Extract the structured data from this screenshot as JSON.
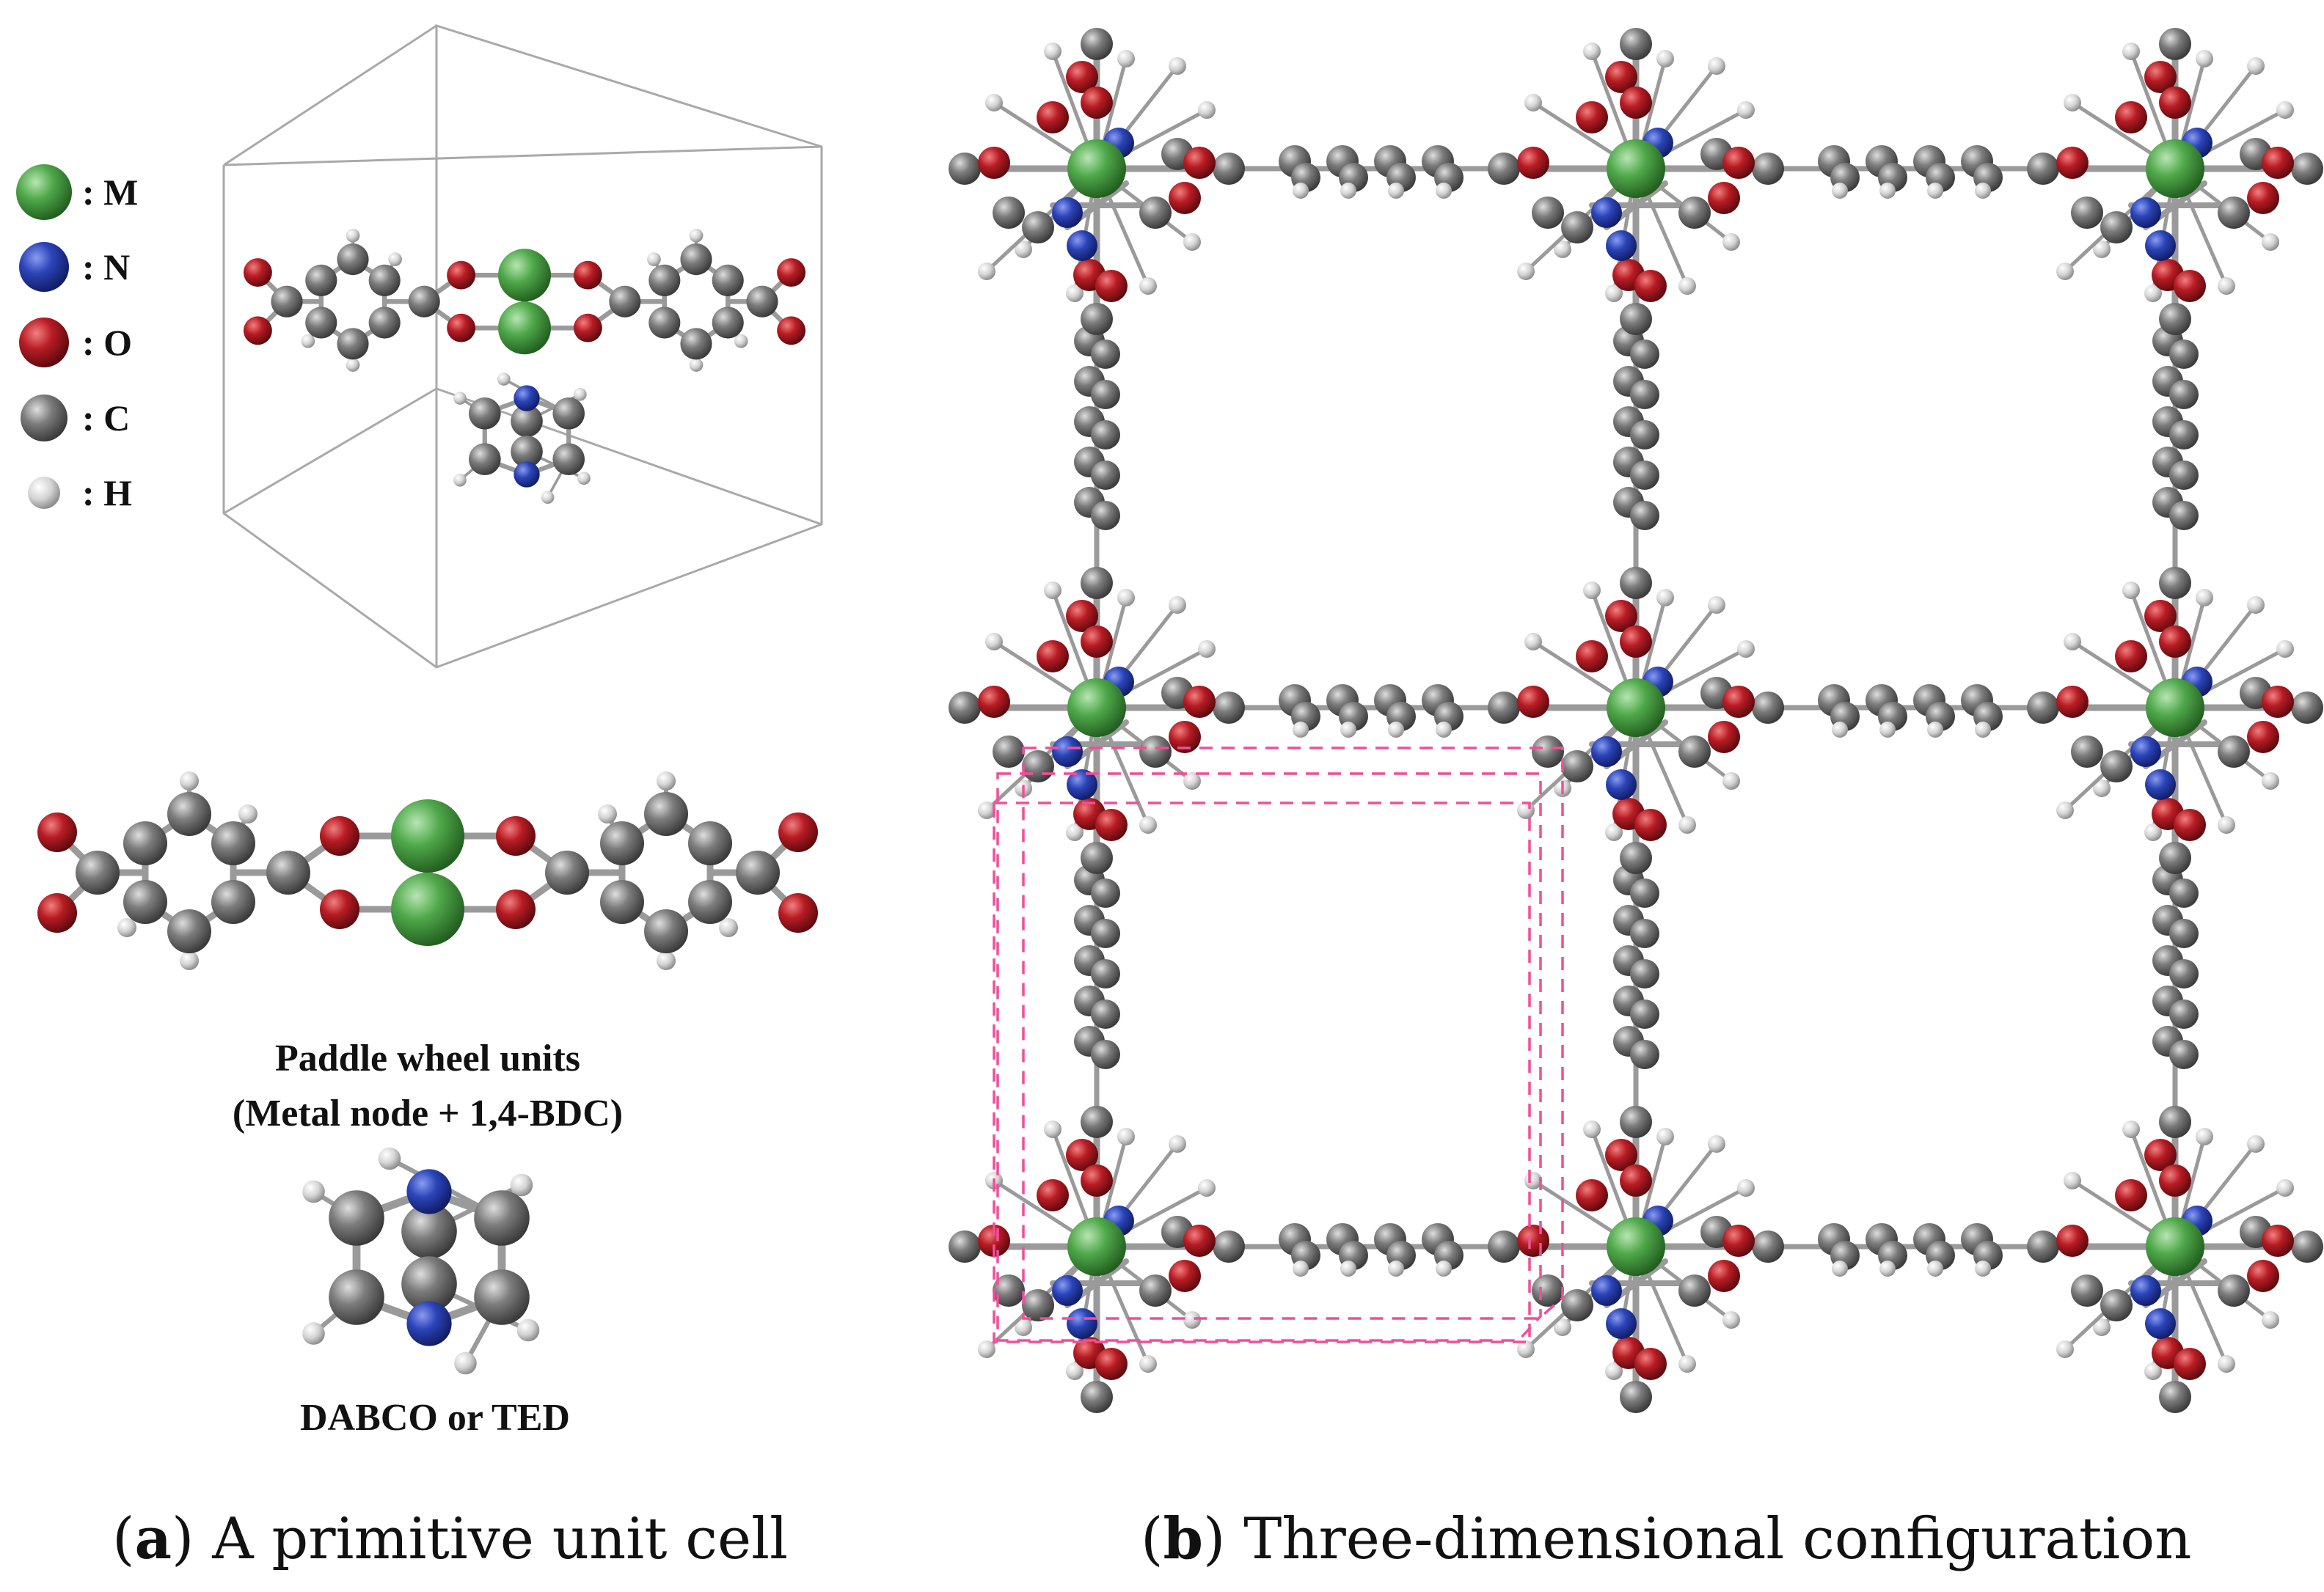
{
  "colors": {
    "metal": "#3d9a3d",
    "nitrogen": "#2a3fb0",
    "oxygen": "#b01820",
    "carbon": "#7a7a7a",
    "hydrogen": "#d8d8d8",
    "highlight": "#ef4f9a"
  },
  "legend": [
    {
      "atom": "metal",
      "label": ": M"
    },
    {
      "atom": "nitrogen",
      "label": ": N"
    },
    {
      "atom": "oxygen",
      "label": ": O"
    },
    {
      "atom": "carbon",
      "label": ": C"
    },
    {
      "atom": "hydrogen",
      "label": ": H"
    }
  ],
  "paddle_wheel": {
    "title": "Paddle wheel units",
    "subtitle": "(Metal node + 1,4-BDC)"
  },
  "dabco": {
    "label": "DABCO or TED"
  },
  "captions": {
    "a": {
      "letter": "a",
      "text": "A primitive unit cell"
    },
    "b": {
      "letter": "b",
      "text": "Three-dimensional configuration"
    }
  }
}
